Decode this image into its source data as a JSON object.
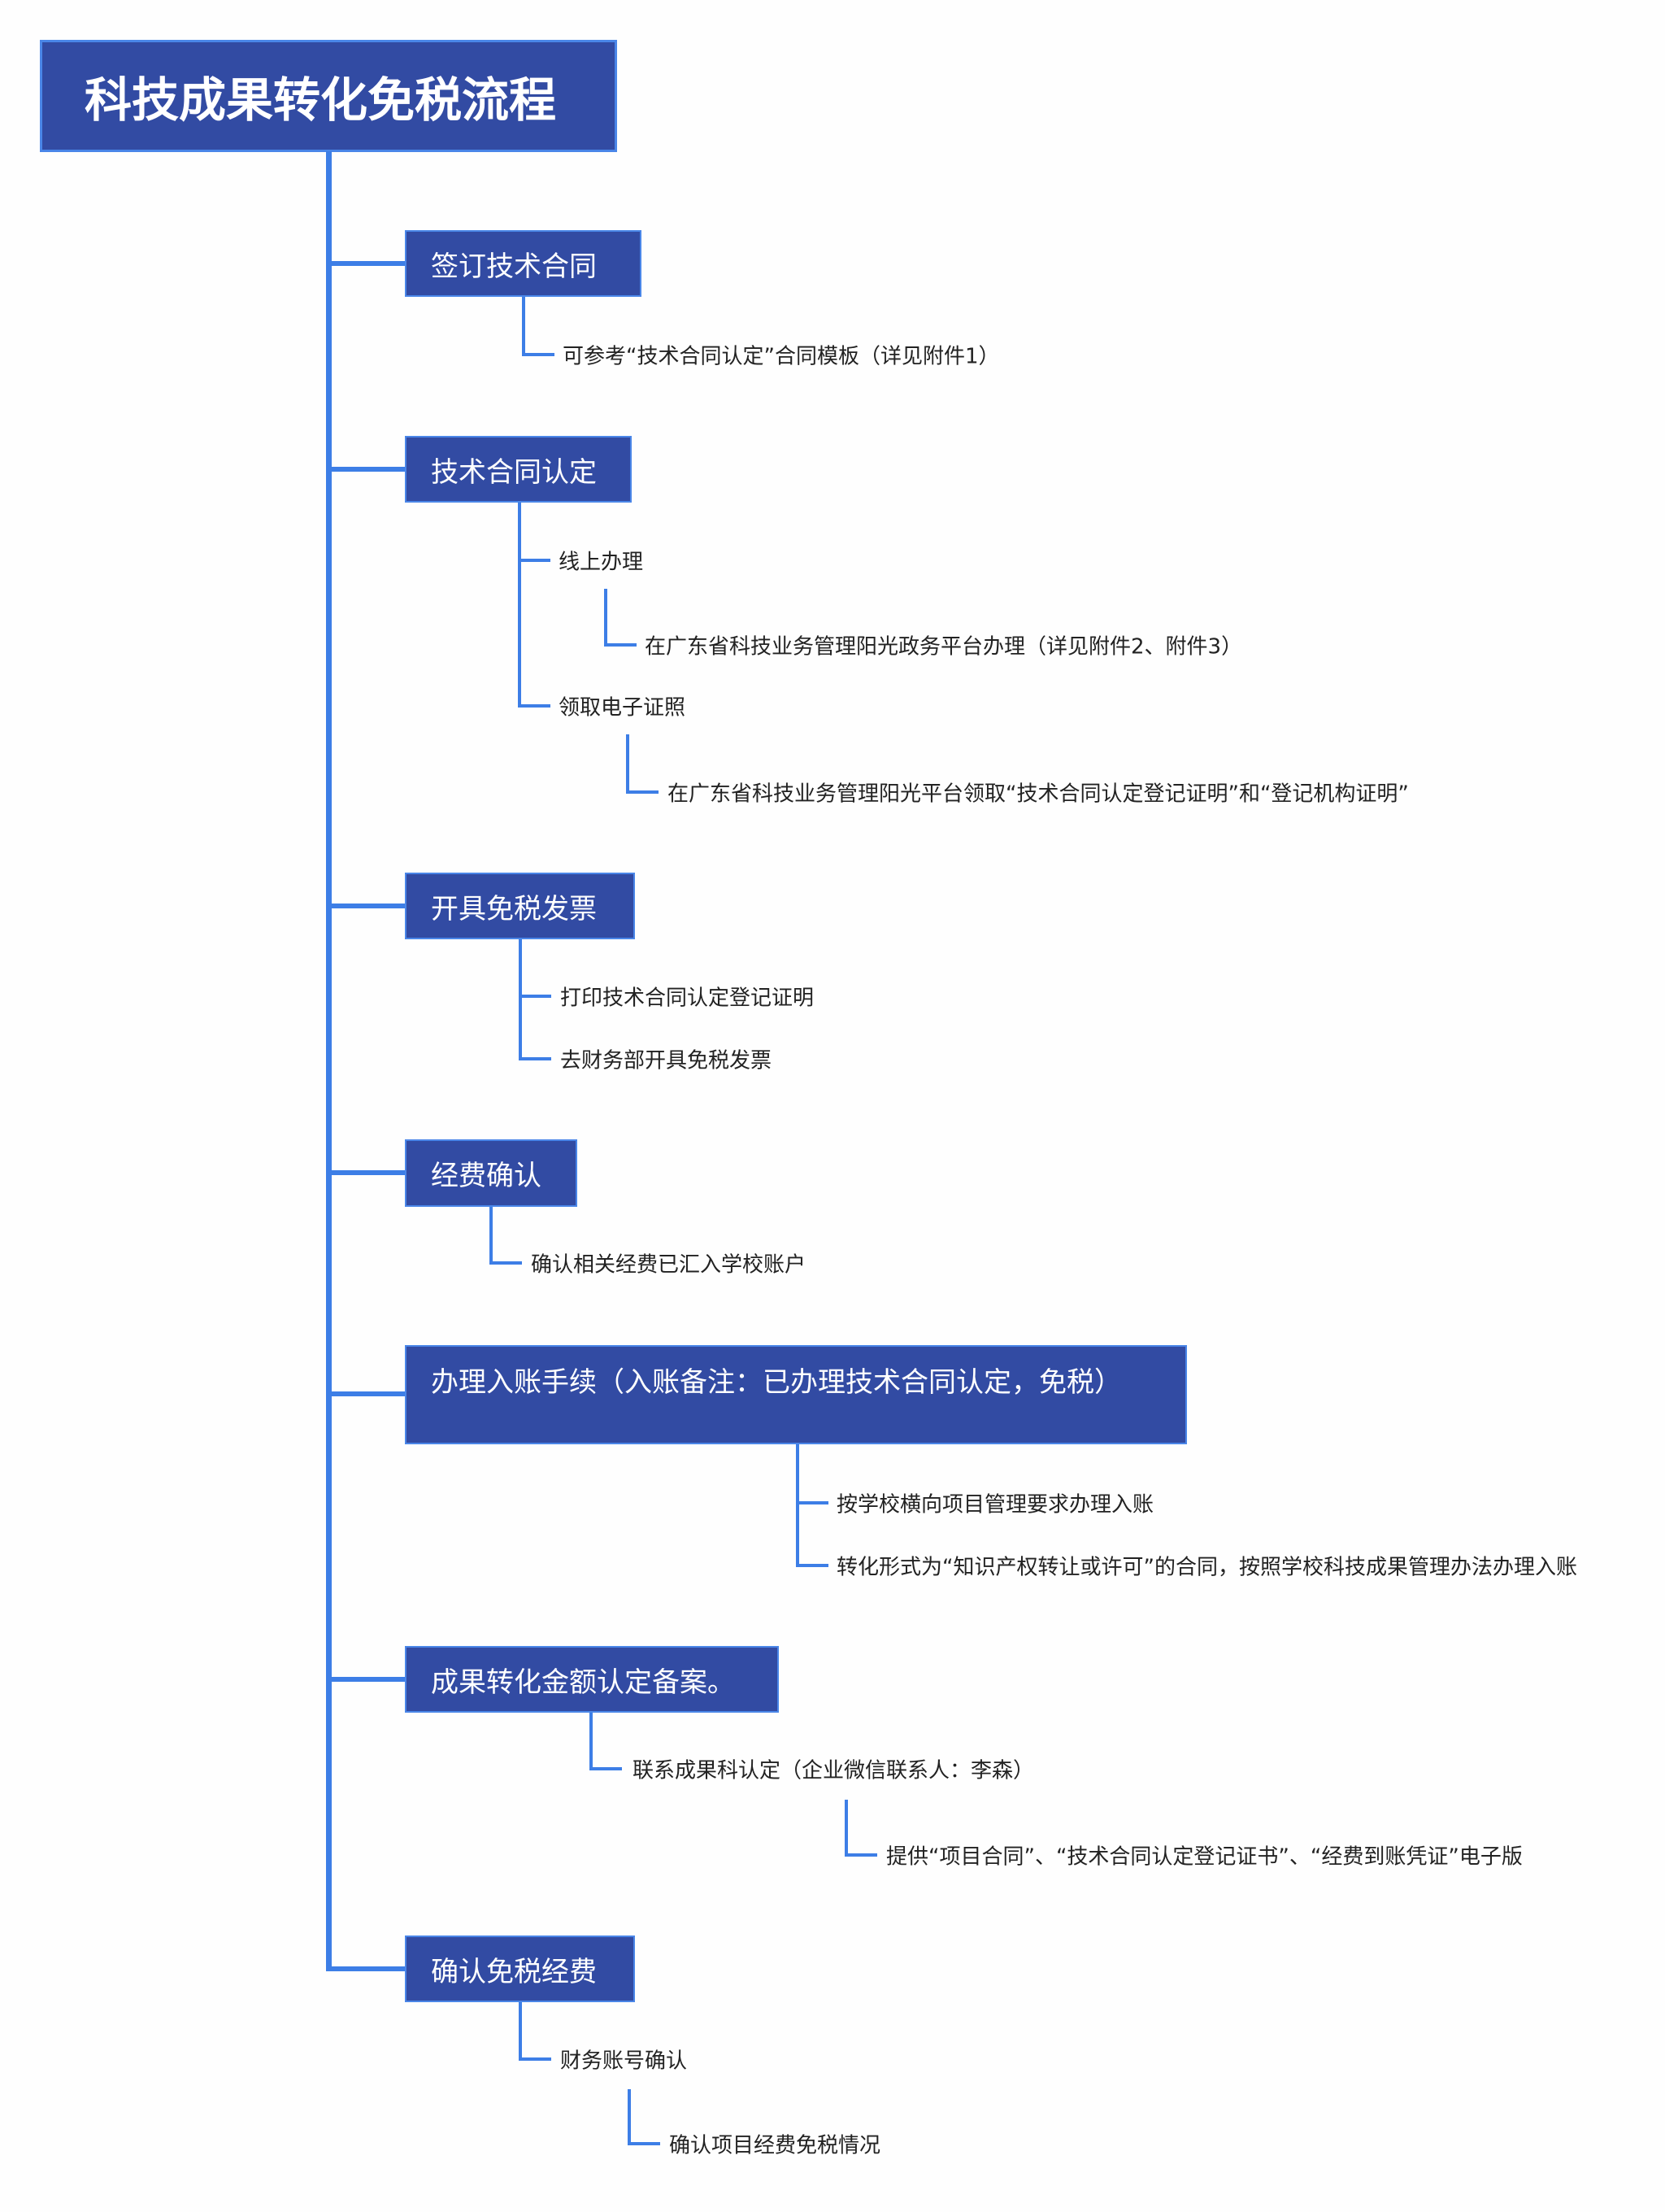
{
  "title": "科技成果转化免税流程",
  "steps": [
    {
      "label": "签订技术合同",
      "children": [
        {
          "label": "可参考“技术合同认定”合同模板（详见附件1）"
        }
      ]
    },
    {
      "label": "技术合同认定",
      "children": [
        {
          "label": "线上办理",
          "children": [
            {
              "label": "在广东省科技业务管理阳光政务平台办理（详见附件2、附件3）"
            }
          ]
        },
        {
          "label": "领取电子证照",
          "children": [
            {
              "label": "在广东省科技业务管理阳光平台领取“技术合同认定登记证明”和“登记机构证明”"
            }
          ]
        }
      ]
    },
    {
      "label": "开具免税发票",
      "children": [
        {
          "label": "打印技术合同认定登记证明"
        },
        {
          "label": "去财务部开具免税发票"
        }
      ]
    },
    {
      "label": "经费确认",
      "children": [
        {
          "label": "确认相关经费已汇入学校账户"
        }
      ]
    },
    {
      "label": "办理入账手续（入账备注：已办理技术合同认定，免税）",
      "children": [
        {
          "label": "按学校横向项目管理要求办理入账"
        },
        {
          "label": "转化形式为“知识产权转让或许可”的合同，按照学校科技成果管理办法办理入账"
        }
      ]
    },
    {
      "label": "成果转化金额认定备案。",
      "children": [
        {
          "label": "联系成果科认定（企业微信联系人：李森）",
          "children": [
            {
              "label": "提供“项目合同”、“技术合同认定登记证书”、“经费到账凭证”电子版"
            }
          ]
        }
      ]
    },
    {
      "label": "确认免税经费",
      "children": [
        {
          "label": "财务账号确认",
          "children": [
            {
              "label": "确认项目经费免税情况"
            }
          ]
        }
      ]
    }
  ],
  "colors": {
    "node_fill": "#324ba3",
    "node_border": "#4a86e8",
    "connector": "#3d7ee6"
  }
}
